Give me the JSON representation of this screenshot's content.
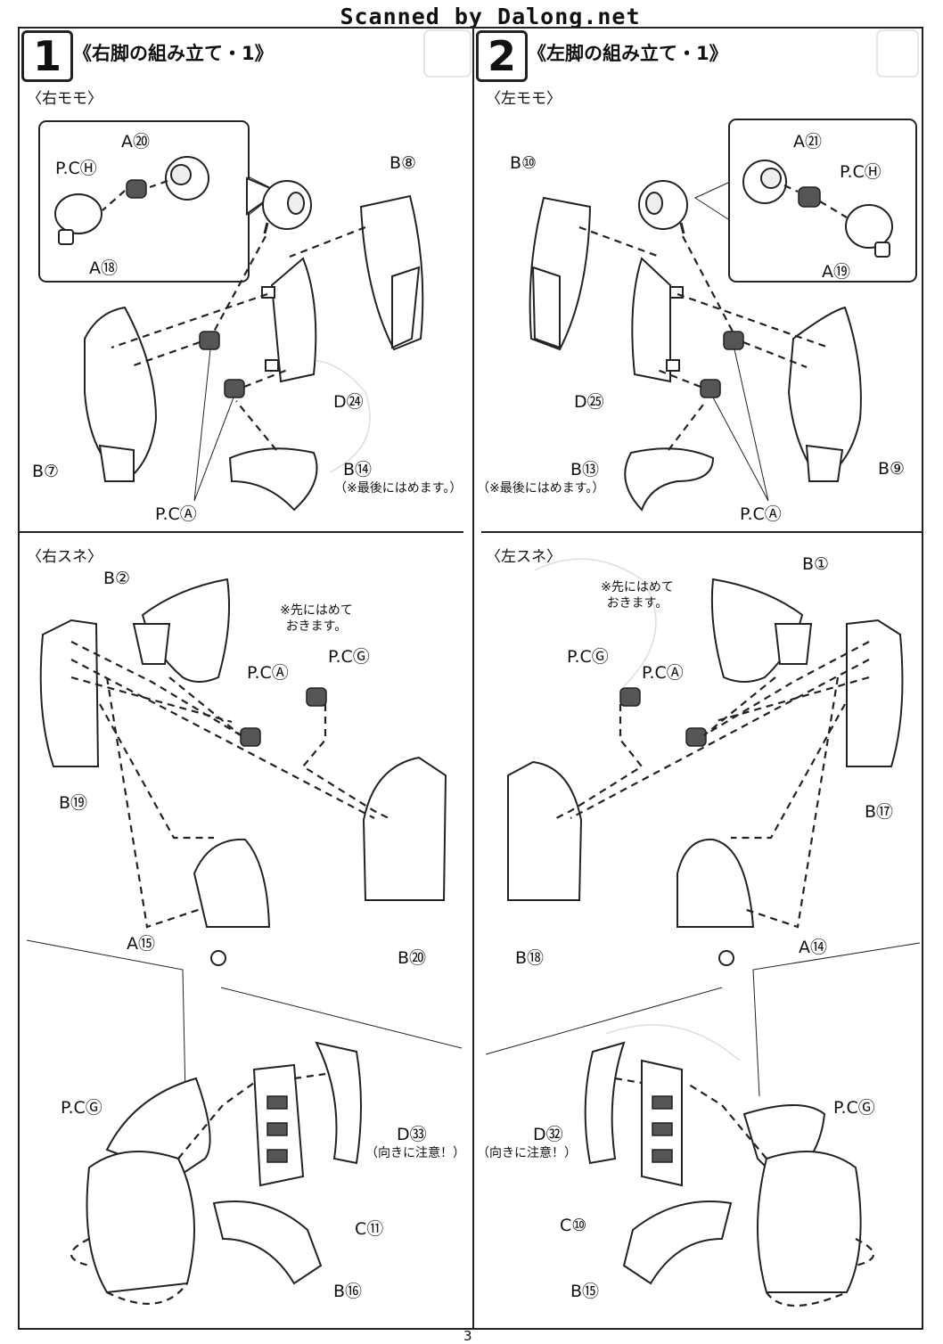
{
  "banner": "Scanned by Dalong.net",
  "page_number": "3",
  "steps": [
    {
      "number": "1",
      "title": "《右脚の組み立て・1》"
    },
    {
      "number": "2",
      "title": "《左脚の組み立て・1》"
    }
  ],
  "sections": {
    "right_thigh": "〈右モモ〉",
    "left_thigh": "〈左モモ〉",
    "right_shin": "〈右スネ〉",
    "left_shin": "〈左スネ〉"
  },
  "labels": {
    "rt_a20": "A⑳",
    "rt_pch": "P.CⒽ",
    "rt_a18": "A⑱",
    "rt_b8": "B⑧",
    "rt_b7": "B⑦",
    "rt_d24": "D㉔",
    "rt_b14": "B⑭",
    "rt_pca": "P.CⒶ",
    "lt_b10": "B⑩",
    "lt_a21": "A㉑",
    "lt_pch": "P.CⒽ",
    "lt_a19": "A⑲",
    "lt_d25": "D㉕",
    "lt_b13": "B⑬",
    "lt_b9": "B⑨",
    "lt_pca": "P.CⒶ",
    "rs_b2": "B②",
    "rs_pca": "P.CⒶ",
    "rs_pcg": "P.CⒼ",
    "rs_b19": "B⑲",
    "rs_a15": "A⑮",
    "rs_b20": "B⑳",
    "ls_b1": "B①",
    "ls_pcg": "P.CⒼ",
    "ls_pca": "P.CⒶ",
    "ls_b17": "B⑰",
    "ls_b18": "B⑱",
    "ls_a14": "A⑭",
    "rd_pcg": "P.CⒼ",
    "rd_d33": "D㉝",
    "rd_c11": "C⑪",
    "rd_b16": "B⑯",
    "ld_d32": "D㉜",
    "ld_pcg": "P.CⒼ",
    "ld_c10": "C⑩",
    "ld_b15": "B⑮"
  },
  "notes": {
    "last_fit_right": "（※最後にはめます。）",
    "last_fit_left": "（※最後にはめます。）",
    "fit_first_right_1": "※先にはめて",
    "fit_first_right_2": "おきます。",
    "fit_first_left_1": "※先にはめて",
    "fit_first_left_2": "おきます。",
    "orientation_right": "（向きに注意！）",
    "orientation_left": "（向きに注意！）"
  },
  "colors": {
    "line": "#222222",
    "background": "#ffffff",
    "shade": "#555555"
  }
}
